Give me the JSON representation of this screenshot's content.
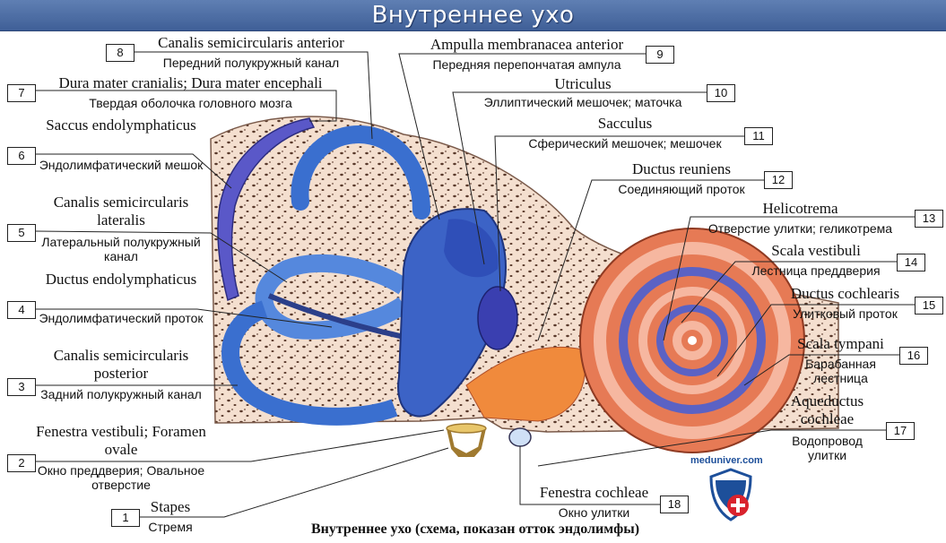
{
  "title": "Внутреннее ухо",
  "caption": "Внутреннее ухо (схема, показан отток эндолимфы)",
  "watermark": "meduniver.com",
  "labels": [
    {
      "n": "1",
      "lat": "Stapes",
      "ru": "Стремя"
    },
    {
      "n": "2",
      "lat": "Fenestra vestibuli; Foramen ovale",
      "ru": "Окно преддверия; Овальное отверстие"
    },
    {
      "n": "3",
      "lat": "Canalis semicircularis posterior",
      "ru": "Задний полукружный канал"
    },
    {
      "n": "4",
      "lat": "Ductus endolymphaticus",
      "ru": "Эндолимфатический проток"
    },
    {
      "n": "5",
      "lat": "Canalis semicircularis lateralis",
      "ru": "Латеральный полукружный канал"
    },
    {
      "n": "6",
      "lat": "Saccus endolymphaticus",
      "ru": "Эндолимфатический мешок"
    },
    {
      "n": "7",
      "lat": "Dura mater cranialis; Dura mater encephali",
      "ru": "Твердая оболочка головного мозга"
    },
    {
      "n": "8",
      "lat": "Canalis semicircularis anterior",
      "ru": "Передний полукружный канал"
    },
    {
      "n": "9",
      "lat": "Ampulla membranacea anterior",
      "ru": "Передняя перепончатая ампула"
    },
    {
      "n": "10",
      "lat": "Utriculus",
      "ru": "Эллиптический мешочек; маточка"
    },
    {
      "n": "11",
      "lat": "Sacculus",
      "ru": "Сферический мешочек; мешочек"
    },
    {
      "n": "12",
      "lat": "Ductus reuniens",
      "ru": "Соединяющий проток"
    },
    {
      "n": "13",
      "lat": "Helicotrema",
      "ru": "Отверстие улитки; геликотрема"
    },
    {
      "n": "14",
      "lat": "Scala vestibuli",
      "ru": "Лестница преддверия"
    },
    {
      "n": "15",
      "lat": "Ductus cochlearis",
      "ru": "Улитковый проток"
    },
    {
      "n": "16",
      "lat": "Scala tympani",
      "ru": "Барабанная лестница"
    },
    {
      "n": "17",
      "lat": "Aqueductus cochleae",
      "ru": "Водопровод улитки"
    },
    {
      "n": "18",
      "lat": "Fenestra cochleae",
      "ru": "Окно улитки"
    }
  ],
  "colors": {
    "bone": "#f3dccb",
    "canal": "#4a7fd6",
    "canal_dark": "#2f4fa8",
    "cochlea": "#e8744c",
    "titlebar": "#4e6fa6"
  }
}
